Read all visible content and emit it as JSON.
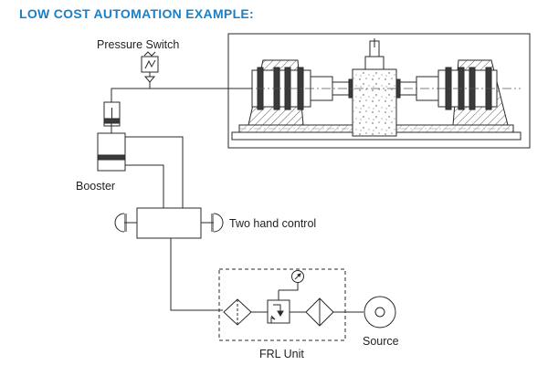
{
  "title": "LOW COST AUTOMATION EXAMPLE:",
  "labels": {
    "pressure_switch": "Pressure Switch",
    "booster": "Booster",
    "two_hand_control": "Two hand control",
    "frl_unit": "FRL Unit",
    "source": "Source"
  },
  "colors": {
    "title": "#1a7fc4",
    "line": "#2a2a2a",
    "fill_dark": "#3a3a3a",
    "fill_gray": "#9a9a9a"
  }
}
